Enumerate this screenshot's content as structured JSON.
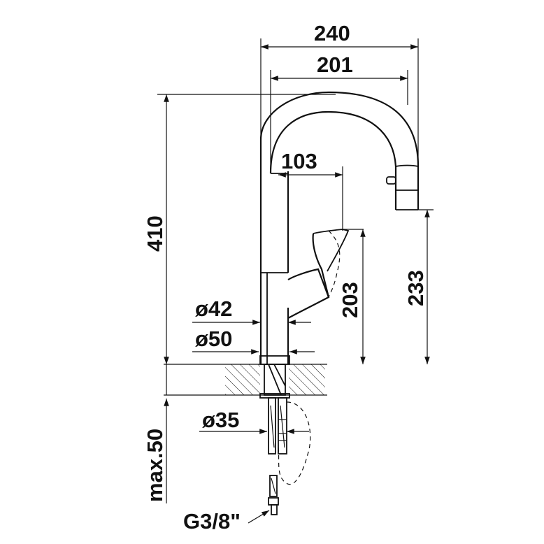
{
  "dimensions": {
    "width_total": "240",
    "width_spout": "201",
    "width_handle": "103",
    "height_total": "410",
    "height_handle": "203",
    "height_spout": "233",
    "dia_body": "ø42",
    "dia_base": "ø50",
    "dia_hole": "ø35",
    "thickness_max": "max.50",
    "connection": "G3/8\""
  }
}
